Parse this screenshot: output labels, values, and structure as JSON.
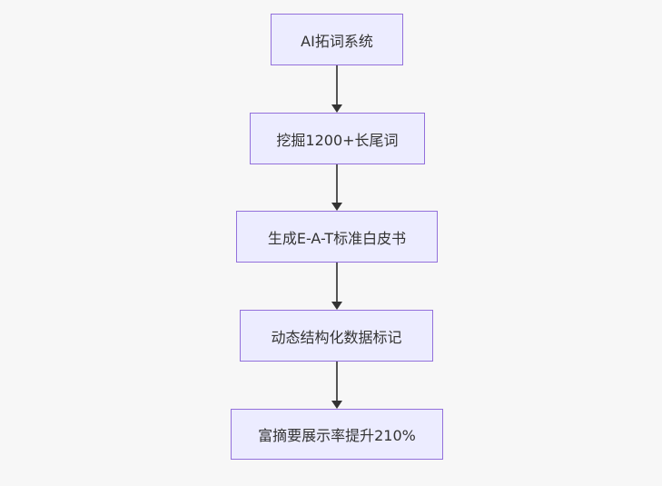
{
  "diagram": {
    "type": "flowchart",
    "direction": "top-down",
    "nodes": [
      {
        "id": "A",
        "label": "AI拓词系统"
      },
      {
        "id": "B",
        "label": "挖掘1200+长尾词"
      },
      {
        "id": "C",
        "label": "生成E-A-T标准白皮书"
      },
      {
        "id": "D",
        "label": "动态结构化数据标记"
      },
      {
        "id": "E",
        "label": "富摘要展示率提升210%"
      }
    ],
    "edges": [
      {
        "from": "A",
        "to": "B"
      },
      {
        "from": "B",
        "to": "C"
      },
      {
        "from": "C",
        "to": "D"
      },
      {
        "from": "D",
        "to": "E"
      }
    ],
    "colors": {
      "background": "#F7F7F7",
      "node_fill": "#ECECFF",
      "node_border": "#9370DB",
      "node_text": "#333333",
      "edge_line": "#555555",
      "arrowhead": "#333333"
    }
  }
}
